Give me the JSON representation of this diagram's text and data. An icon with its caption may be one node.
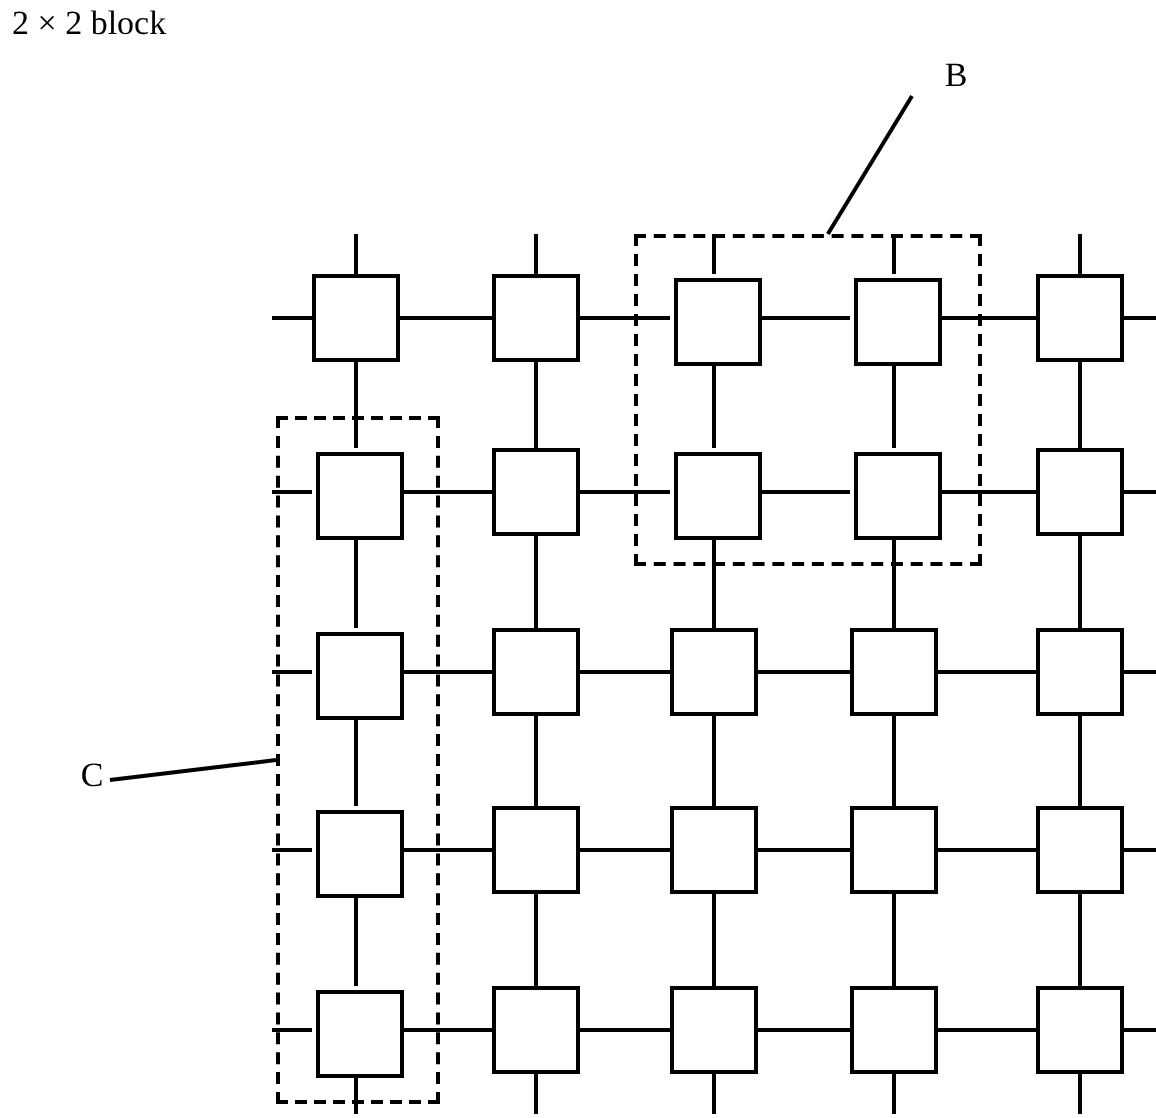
{
  "diagram": {
    "nodes": [
      {
        "text": [
          "B"
        ]
      },
      {
        "text": [],
        "shape": "box"
      },
      {
        "text": [
          "C"
        ]
      },
      {
        "text": [],
        "shape": "box"
      },
      {
        "text": [],
        "shape": "box"
      },
      {
        "text": [],
        "shape": "box"
      },
      {
        "text": [],
        "shape": "box",
        "in": 1
      },
      {
        "text": [],
        "shape": "box",
        "in": 1
      },
      {
        "text": [],
        "shape": "box"
      },
      {
        "text": [],
        "shape": "box",
        "in": 3
      },
      {
        "text": [],
        "shape": "box"
      },
      {
        "text": [],
        "shape": "box",
        "in": 1
      },
      {
        "text": [],
        "shape": "box",
        "in": 1
      },
      {
        "text": [],
        "shape": "box"
      },
      {
        "text": [],
        "shape": "box",
        "in": 3
      },
      {
        "text": [],
        "shape": "box"
      },
      {
        "text": [],
        "shape": "box"
      },
      {
        "text": [],
        "shape": "box"
      },
      {
        "text": [],
        "shape": "box"
      },
      {
        "text": [],
        "shape": "box",
        "in": 3
      },
      {
        "text": [],
        "shape": "box"
      },
      {
        "text": [],
        "shape": "box"
      },
      {
        "text": [],
        "shape": "box"
      },
      {
        "text": [],
        "shape": "box"
      },
      {
        "text": [],
        "shape": "box",
        "in": 3
      },
      {
        "text": [],
        "shape": "box"
      },
      {
        "text": [],
        "shape": "box"
      },
      {
        "text": [],
        "shape": "box"
      },
      {
        "text": [],
        "shape": "box"
      }
    ],
    "edges": [
      {
        "from": 0,
        "to": 1,
        "arrow": "none"
      },
      {
        "from": 2,
        "to": 3,
        "arrow": "none"
      },
      {
        "from": 4,
        "to": 5,
        "arrow": "none"
      },
      {
        "from": 5,
        "to": 6,
        "arrow": "none"
      },
      {
        "from": 6,
        "to": 7,
        "arrow": "none"
      },
      {
        "from": 7,
        "to": 8,
        "arrow": "none"
      },
      {
        "from": 9,
        "to": 10,
        "arrow": "none"
      },
      {
        "from": 10,
        "to": 11,
        "arrow": "none"
      },
      {
        "from": 11,
        "to": 12,
        "arrow": "none"
      },
      {
        "from": 12,
        "to": 13,
        "arrow": "none"
      },
      {
        "from": 14,
        "to": 15,
        "arrow": "none"
      },
      {
        "from": 15,
        "to": 16,
        "arrow": "none"
      },
      {
        "from": 16,
        "to": 17,
        "arrow": "none"
      },
      {
        "from": 17,
        "to": 18,
        "arrow": "none"
      },
      {
        "from": 19,
        "to": 20,
        "arrow": "none"
      },
      {
        "from": 20,
        "to": 21,
        "arrow": "none"
      },
      {
        "from": 21,
        "to": 22,
        "arrow": "none"
      },
      {
        "from": 22,
        "to": 23,
        "arrow": "none"
      },
      {
        "from": 24,
        "to": 25,
        "arrow": "none"
      },
      {
        "from": 25,
        "to": 26,
        "arrow": "none"
      },
      {
        "from": 26,
        "to": 27,
        "arrow": "none"
      },
      {
        "from": 27,
        "to": 28,
        "arrow": "none"
      },
      {
        "from": 4,
        "to": 9,
        "arrow": "none"
      },
      {
        "from": 5,
        "to": 10,
        "arrow": "none"
      },
      {
        "from": 6,
        "to": 11,
        "arrow": "none"
      },
      {
        "from": 7,
        "to": 12,
        "arrow": "none"
      },
      {
        "from": 8,
        "to": 13,
        "arrow": "none"
      },
      {
        "from": 9,
        "to": 14,
        "arrow": "none"
      },
      {
        "from": 10,
        "to": 15,
        "arrow": "none"
      },
      {
        "from": 11,
        "to": 16,
        "arrow": "none"
      },
      {
        "from": 12,
        "to": 17,
        "arrow": "none"
      },
      {
        "from": 13,
        "to": 18,
        "arrow": "none"
      },
      {
        "from": 14,
        "to": 19,
        "arrow": "none"
      },
      {
        "from": 15,
        "to": 20,
        "arrow": "none"
      },
      {
        "from": 16,
        "to": 21,
        "arrow": "none"
      },
      {
        "from": 17,
        "to": 22,
        "arrow": "none"
      },
      {
        "from": 18,
        "to": 23,
        "arrow": "none"
      },
      {
        "from": 19,
        "to": 24,
        "arrow": "none"
      },
      {
        "from": 20,
        "to": 25,
        "arrow": "none"
      },
      {
        "from": 21,
        "to": 26,
        "arrow": "none"
      },
      {
        "from": 22,
        "to": 27,
        "arrow": "none"
      },
      {
        "from": 23,
        "to": 28,
        "arrow": "none"
      },
      {
        "from": 4,
        "to": null,
        "arrow": "none"
      },
      {
        "from": 5,
        "to": null,
        "arrow": "none"
      },
      {
        "from": 6,
        "to": null,
        "arrow": "none"
      },
      {
        "from": 7,
        "to": null,
        "arrow": "none"
      },
      {
        "from": 8,
        "to": null,
        "arrow": "none"
      },
      {
        "from": 4,
        "to": null,
        "arrow": "none"
      },
      {
        "from": 9,
        "to": null,
        "arrow": "none"
      },
      {
        "from": 14,
        "to": null,
        "arrow": "none"
      },
      {
        "from": 19,
        "to": null,
        "arrow": "none"
      },
      {
        "from": 24,
        "to": null,
        "arrow": "none"
      },
      {
        "from": 8,
        "to": null,
        "arrow": "none"
      },
      {
        "from": 13,
        "to": null,
        "arrow": "none"
      },
      {
        "from": 18,
        "to": null,
        "arrow": "none"
      },
      {
        "from": 23,
        "to": null,
        "arrow": "none"
      },
      {
        "from": 28,
        "to": null,
        "arrow": "none"
      },
      {
        "from": 24,
        "to": null,
        "arrow": "none"
      },
      {
        "from": 25,
        "to": null,
        "arrow": "none"
      },
      {
        "from": 26,
        "to": null,
        "arrow": "none"
      },
      {
        "from": 27,
        "to": null,
        "arrow": "none"
      },
      {
        "from": 28,
        "to": null,
        "arrow": "none"
      }
    ],
    "labels": [
      "2 × 2 block"
    ]
  }
}
